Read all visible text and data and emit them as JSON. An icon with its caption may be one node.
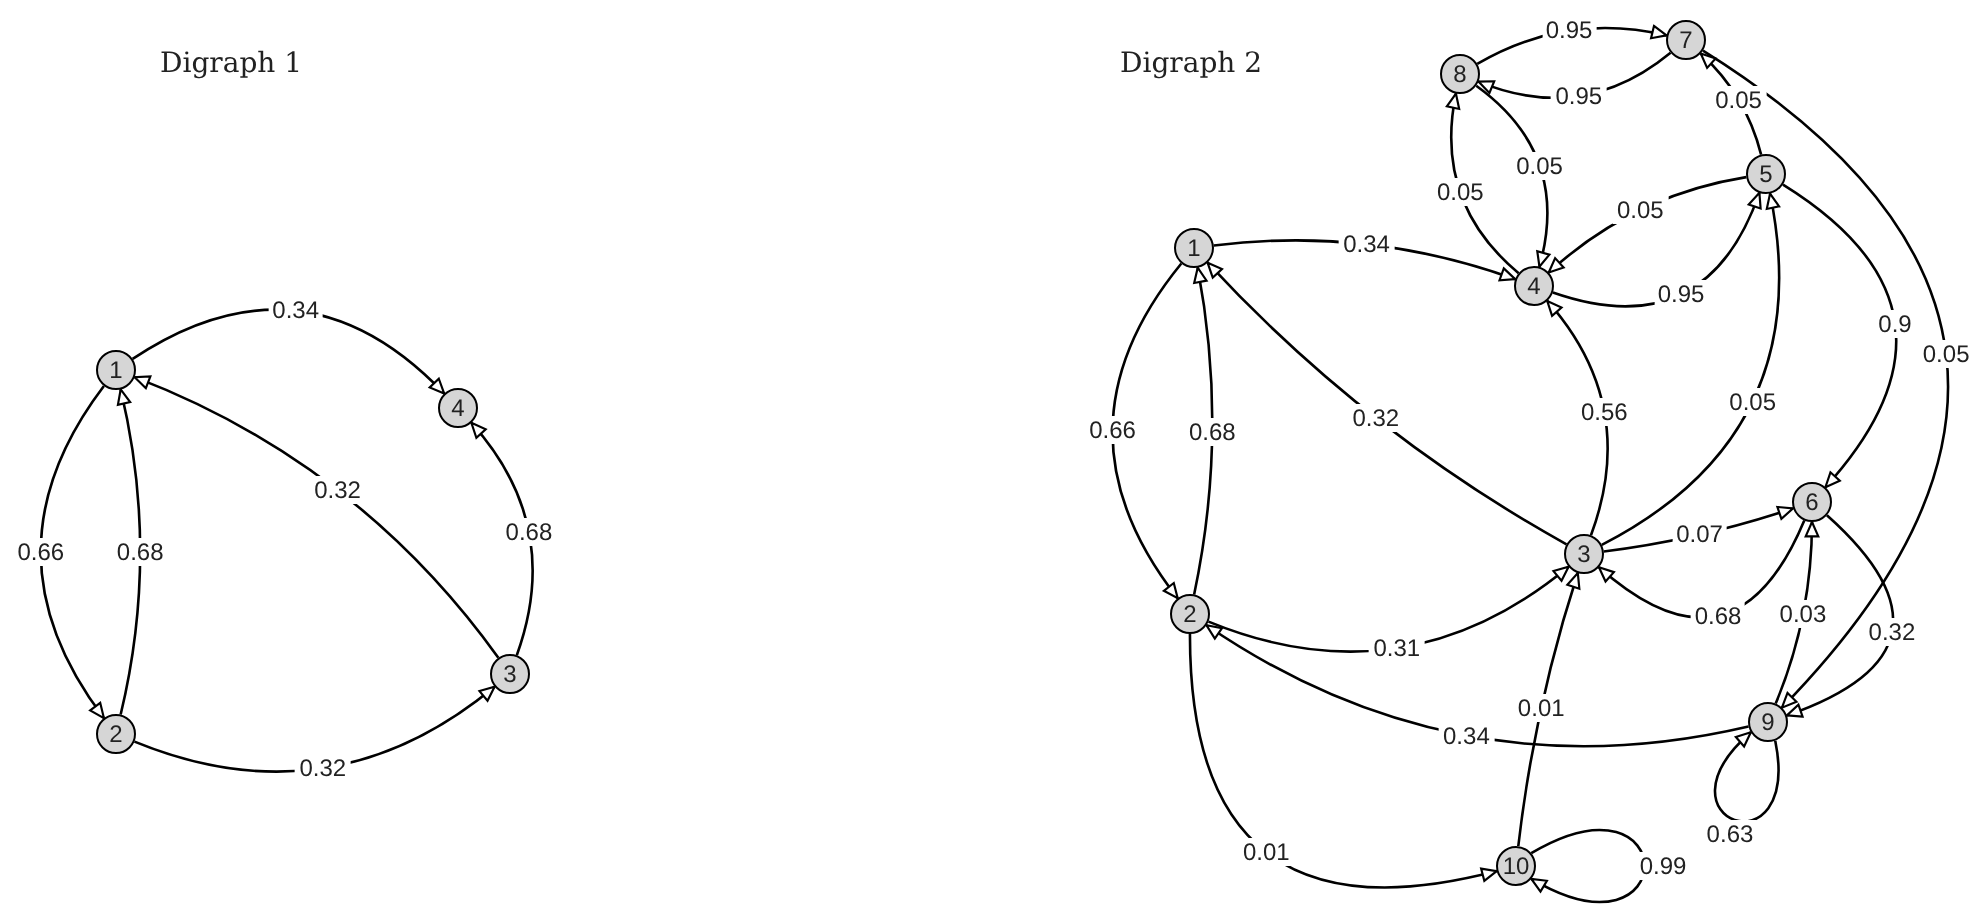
{
  "diagram": {
    "nodes": [
      {
        "text": [
          "1"
        ]
      },
      {
        "text": [
          "2"
        ]
      },
      {
        "text": [
          "3"
        ]
      },
      {
        "text": [
          "4"
        ]
      },
      {
        "text": [
          "1"
        ]
      },
      {
        "text": [
          "2"
        ]
      },
      {
        "text": [
          "3"
        ]
      },
      {
        "text": [
          "4"
        ]
      },
      {
        "text": [
          "5"
        ]
      },
      {
        "text": [
          "6"
        ]
      },
      {
        "text": [
          "7"
        ]
      },
      {
        "text": [
          "8"
        ]
      },
      {
        "text": [
          "9"
        ]
      },
      {
        "text": [
          "10"
        ]
      }
    ],
    "edges": [
      {
        "from": 0,
        "to": 3,
        "arrow": "to",
        "label": "0.34"
      },
      {
        "from": 0,
        "to": 1,
        "arrow": "to",
        "label": "0.66"
      },
      {
        "from": 1,
        "to": 0,
        "arrow": "to",
        "label": "0.68"
      },
      {
        "from": 2,
        "to": 0,
        "arrow": "to",
        "label": "0.32"
      },
      {
        "from": 2,
        "to": 3,
        "arrow": "to",
        "label": "0.68"
      },
      {
        "from": 1,
        "to": 2,
        "arrow": "to",
        "label": "0.32"
      },
      {
        "from": 4,
        "to": 7,
        "arrow": "to",
        "label": "0.34"
      },
      {
        "from": 4,
        "to": 5,
        "arrow": "to",
        "label": "0.66"
      },
      {
        "from": 5,
        "to": 4,
        "arrow": "to",
        "label": "0.68"
      },
      {
        "from": 6,
        "to": 4,
        "arrow": "to",
        "label": "0.32"
      },
      {
        "from": 6,
        "to": 7,
        "arrow": "to",
        "label": "0.56"
      },
      {
        "from": 6,
        "to": 8,
        "arrow": "to",
        "label": "0.05"
      },
      {
        "from": 6,
        "to": 9,
        "arrow": "to",
        "label": "0.07"
      },
      {
        "from": 9,
        "to": 6,
        "arrow": "to",
        "label": "0.68"
      },
      {
        "from": 5,
        "to": 6,
        "arrow": "to",
        "label": "0.31"
      },
      {
        "from": 5,
        "to": 13,
        "arrow": "to",
        "label": "0.01"
      },
      {
        "from": 13,
        "to": 6,
        "arrow": "to",
        "label": "0.01"
      },
      {
        "from": 13,
        "to": 13,
        "arrow": "to",
        "label": "0.99"
      },
      {
        "from": 12,
        "to": 5,
        "arrow": "to",
        "label": "0.34"
      },
      {
        "from": 12,
        "to": 12,
        "arrow": "to",
        "label": "0.63"
      },
      {
        "from": 12,
        "to": 9,
        "arrow": "to",
        "label": "0.03"
      },
      {
        "from": 9,
        "to": 12,
        "arrow": "to",
        "label": "0.32"
      },
      {
        "from": 10,
        "to": 12,
        "arrow": "to",
        "label": "0.05"
      },
      {
        "from": 8,
        "to": 9,
        "arrow": "to",
        "label": "0.9"
      },
      {
        "from": 8,
        "to": 7,
        "arrow": "to",
        "label": "0.05"
      },
      {
        "from": 7,
        "to": 8,
        "arrow": "to",
        "label": "0.95"
      },
      {
        "from": 7,
        "to": 11,
        "arrow": "to",
        "label": "0.05"
      },
      {
        "from": 11,
        "to": 7,
        "arrow": "to",
        "label": "0.05"
      },
      {
        "from": 11,
        "to": 10,
        "arrow": "to",
        "label": "0.95"
      },
      {
        "from": 10,
        "to": 11,
        "arrow": "to",
        "label": "0.95"
      },
      {
        "from": 8,
        "to": 10,
        "arrow": "to",
        "label": "0.05"
      }
    ],
    "labels": [
      "Digraph 1",
      "Digraph 2"
    ]
  }
}
